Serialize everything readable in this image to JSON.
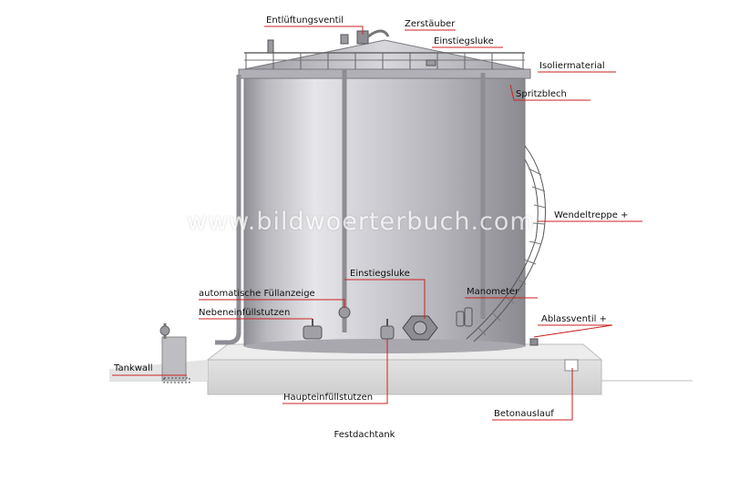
{
  "colors": {
    "leader_line": "#cc2222",
    "tank_metal": "#c8c8cc",
    "concrete": "#d9d9d9"
  },
  "labels": {
    "entlueftungsventil": "Entlüftungsventil",
    "zerstaeuber": "Zerstäuber",
    "einstiegsluke_top": "Einstiegsluke",
    "isoliermaterial": "Isoliermaterial",
    "spritzblech": "Spritzblech",
    "wendeltreppe": "Wendeltreppe +",
    "einstiegsluke_mid": "Einstiegsluke",
    "automatische_fuellanzeige": "automatische Füllanzeige",
    "manometer": "Manometer",
    "nebeneinfuellstutzen": "Nebeneinfüllstutzen",
    "ablassventil": "Ablassventil +",
    "tankwall": "Tankwall",
    "haupteinfuellstutzen": "Haupteinfüllstutzen",
    "betonauslauf": "Betonauslauf"
  },
  "watermark": "www.bildwoerterbuch.com",
  "caption": "Festdachtank"
}
